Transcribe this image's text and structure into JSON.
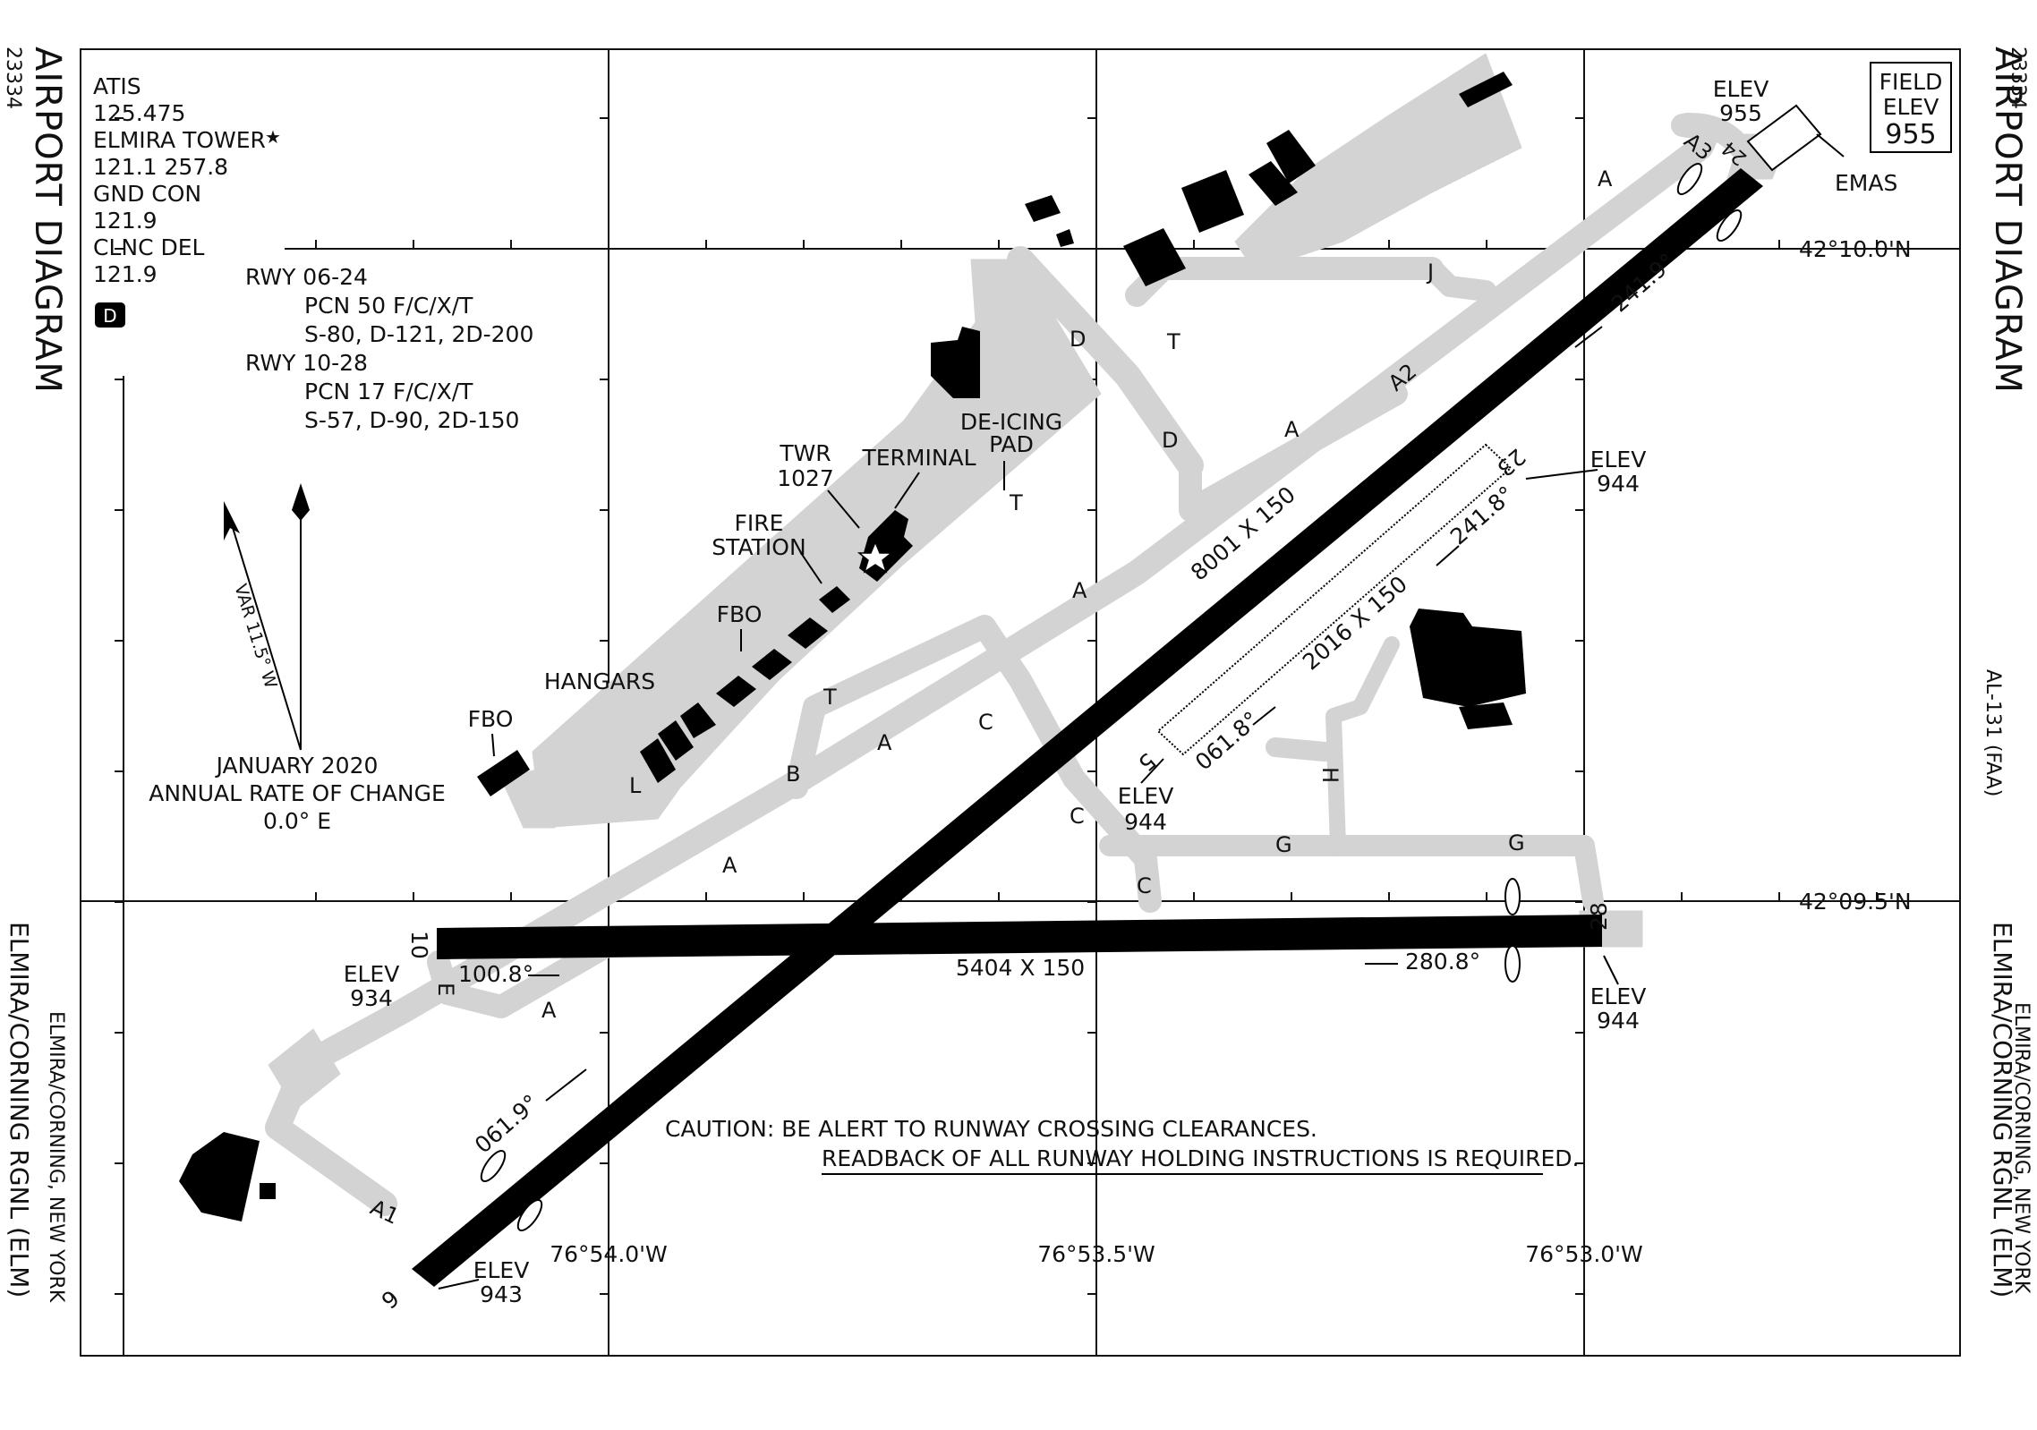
{
  "chart": {
    "title": "AIRPORT DIAGRAM",
    "number": "23334",
    "airport_name": "ELMIRA/CORNING RGNL (ELM)",
    "location": "ELMIRA/CORNING, NEW YORK",
    "chart_code": "AL-131 (FAA)"
  },
  "field_elev": {
    "line1": "FIELD",
    "line2": "ELEV",
    "value": "955"
  },
  "frequencies": [
    "ATIS",
    "125.475",
    "ELMIRA TOWER",
    "121.1  257.8",
    "GND CON",
    "121.9",
    "CLNC DEL",
    "121.9"
  ],
  "d_badge": "D",
  "runway_info": [
    "RWY 06-24",
    "PCN 50 F/C/X/T",
    "S-80, D-121, 2D-200",
    "RWY 10-28",
    "PCN 17 F/C/X/T",
    "S-57, D-90, 2D-150"
  ],
  "magvar": {
    "var": "VAR 11.5° W",
    "date": "JANUARY 2020",
    "rate_line": "ANNUAL RATE OF CHANGE",
    "rate": "0.0° E"
  },
  "lat_labels": [
    "42°10.0'N",
    "42°09.5'N"
  ],
  "lon_labels": [
    "76°54.0'W",
    "76°53.5'W",
    "76°53.0'W"
  ],
  "runways": {
    "r06_24": {
      "dims": "8001 X 150",
      "end_a": "6",
      "end_b": "24",
      "hdg_a": "061.9°",
      "hdg_b": "241.9°"
    },
    "r10_28": {
      "dims": "5404 X 150",
      "end_a": "10",
      "end_b": "28",
      "hdg_a": "100.8°",
      "hdg_b": "280.8°"
    },
    "r05_23": {
      "dims": "2016 X 150",
      "end_a": "5",
      "end_b": "23",
      "hdg_a": "061.8°",
      "hdg_b": "241.8°"
    }
  },
  "elevations": {
    "label": "ELEV",
    "e955": "955",
    "e944_23": "944",
    "e944_5": "944",
    "e934": "934",
    "e944_28": "944",
    "e943": "943"
  },
  "facilities": {
    "emas": "EMAS",
    "deicing_1": "DE-ICING",
    "deicing_2": "PAD",
    "twr_1": "TWR",
    "twr_2": "1027",
    "terminal": "TERMINAL",
    "fire_1": "FIRE",
    "fire_2": "STATION",
    "fbo_1": "FBO",
    "fbo_2": "FBO",
    "hangars": "HANGARS"
  },
  "taxiways": {
    "A": "A",
    "A1": "A1",
    "A2": "A2",
    "A3": "A3",
    "B": "B",
    "C": "C",
    "D": "D",
    "E": "E",
    "G": "G",
    "H": "H",
    "J": "J",
    "L": "L",
    "T": "T"
  },
  "caution": {
    "line1": "CAUTION: BE ALERT TO RUNWAY CROSSING CLEARANCES.",
    "line2": "READBACK OF ALL RUNWAY HOLDING INSTRUCTIONS IS REQUIRED."
  },
  "colors": {
    "runway": "#000000",
    "taxiway": "#d3d3d3",
    "building": "#000000",
    "grid": "#111111",
    "background": "#ffffff"
  }
}
